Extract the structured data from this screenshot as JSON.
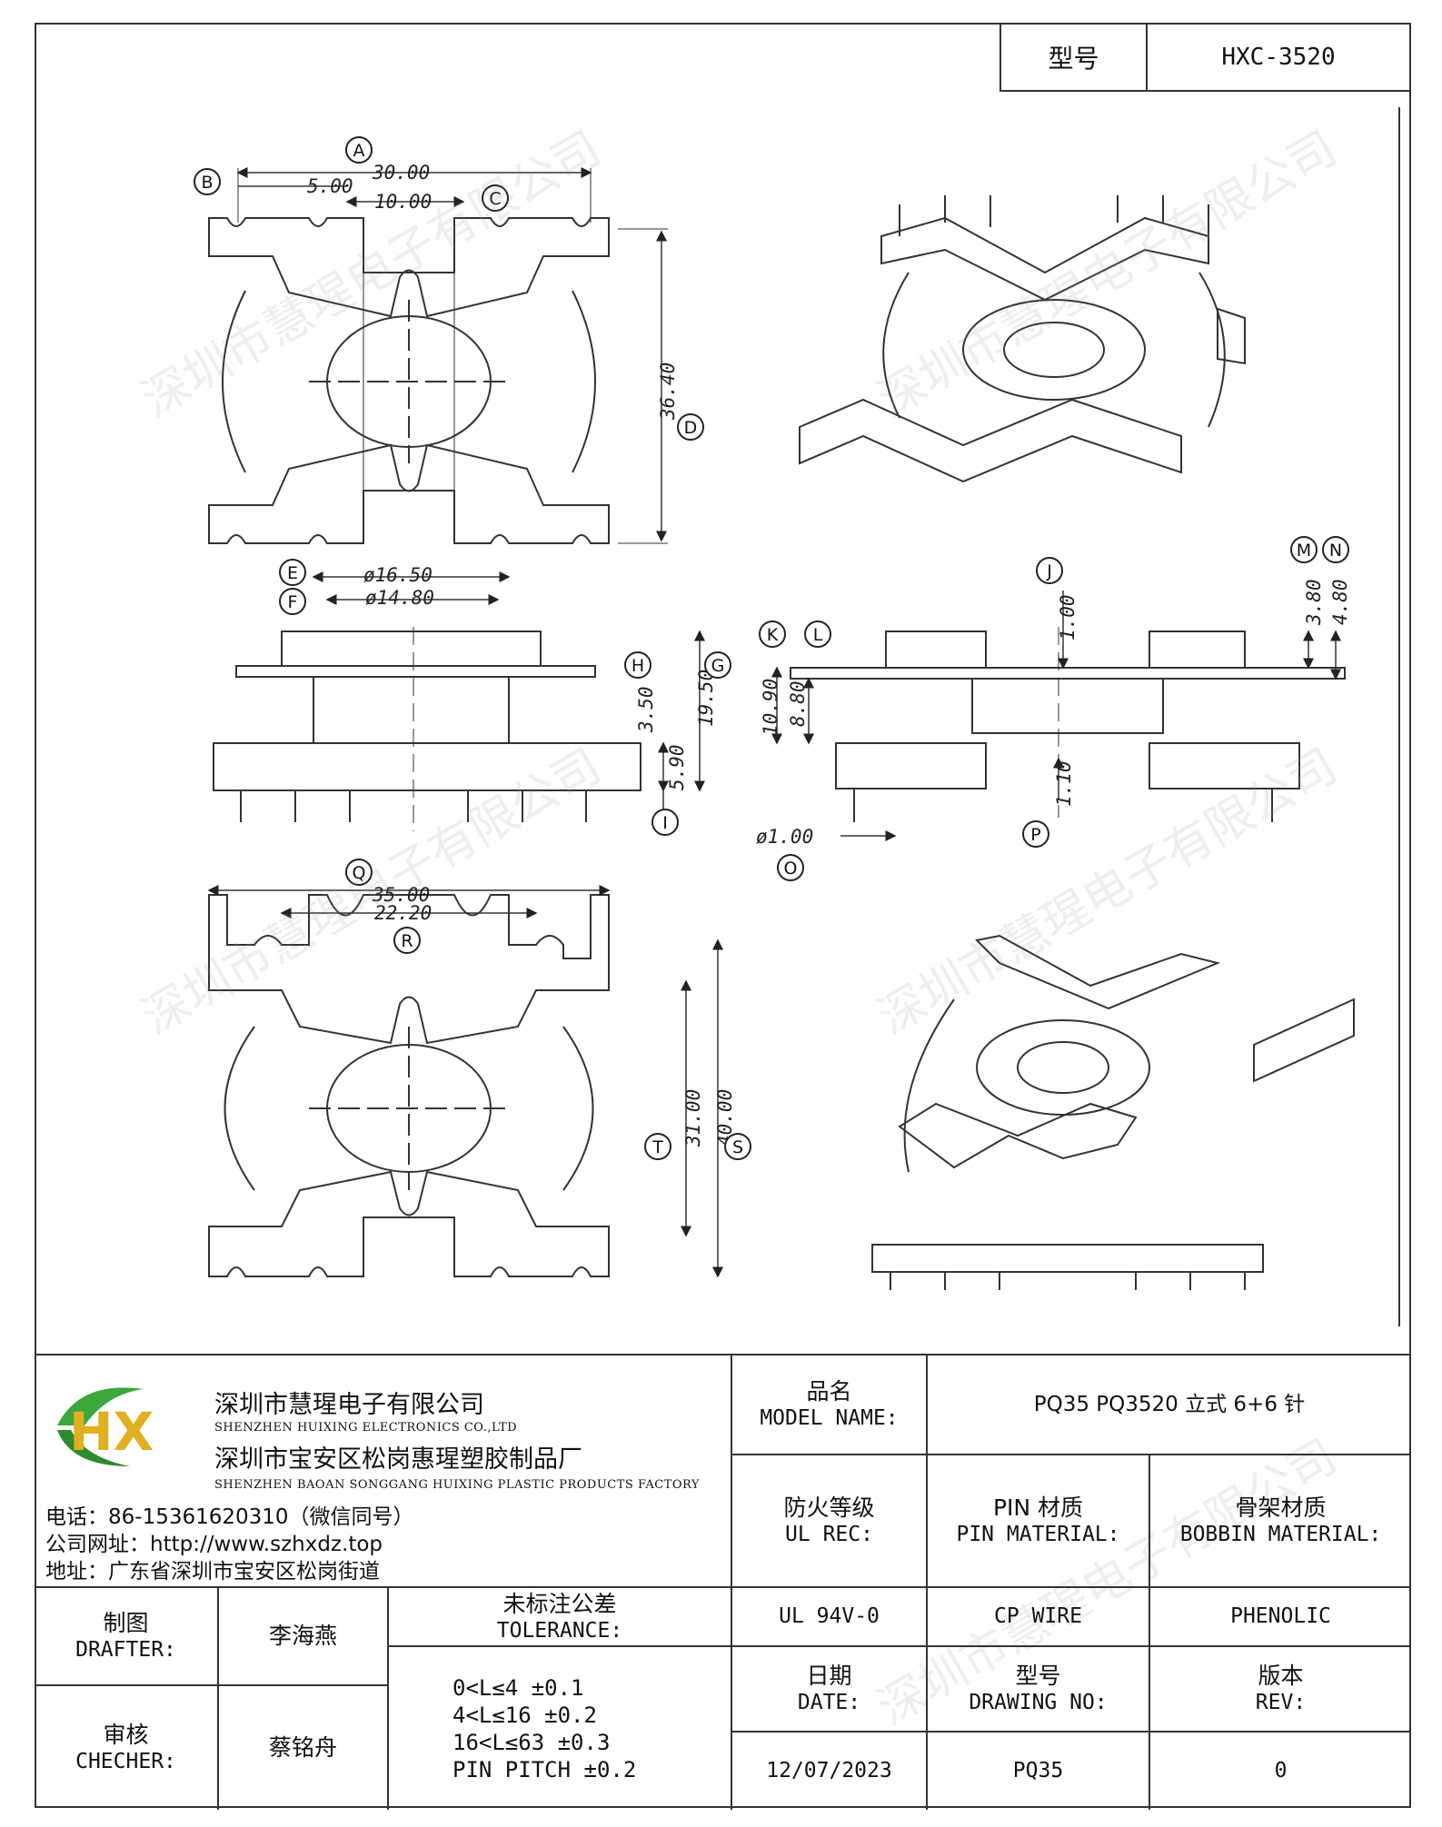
{
  "header": {
    "model_label": "型号",
    "model_value": "HXC-3520"
  },
  "watermark": "深圳市慧瑆电子有限公司",
  "dimensions": {
    "A": "30.00",
    "B": "5.00",
    "C": "10.00",
    "D": "36.40",
    "E": "ø16.50",
    "F": "ø14.80",
    "G": "19.50",
    "H": "3.50",
    "I": "5.90",
    "J": "1.00",
    "K": "10.90",
    "L": "8.80",
    "M": "3.80",
    "N": "4.80",
    "O": "ø1.00",
    "P": "1.10",
    "Q": "35.00",
    "R": "22.20",
    "S": "40.00",
    "T": "31.00"
  },
  "callouts": [
    "A",
    "B",
    "C",
    "D",
    "E",
    "F",
    "G",
    "H",
    "I",
    "J",
    "K",
    "L",
    "M",
    "N",
    "O",
    "P",
    "Q",
    "R",
    "S",
    "T"
  ],
  "company": {
    "logo_text": "HX",
    "name_cn": "深圳市慧瑆电子有限公司",
    "name_en": "SHENZHEN HUIXING ELECTRONICS CO.,LTD",
    "factory_cn": "深圳市宝安区松岗惠瑆塑胶制品厂",
    "factory_en": "SHENZHEN BAOAN SONGGANG HUIXING PLASTIC PRODUCTS FACTORY",
    "phone": "电话：86-15361620310（微信同号）",
    "website": "公司网址：http://www.szhxdz.top",
    "address": "地址：广东省深圳市宝安区松岗街道"
  },
  "title_block": {
    "model_name_cn": "品名",
    "model_name_en": "MODEL NAME:",
    "model_name_value": "PQ35 PQ3520 立式 6+6 针",
    "ul_cn": "防火等级",
    "ul_en": "UL REC:",
    "ul_value": "UL 94V-0",
    "pin_cn": "PIN 材质",
    "pin_en": "PIN MATERIAL:",
    "pin_value": "CP WIRE",
    "bobbin_cn": "骨架材质",
    "bobbin_en": "BOBBIN MATERIAL:",
    "bobbin_value": "PHENOLIC",
    "drafter_cn": "制图",
    "drafter_en": "DRAFTER:",
    "drafter_value": "李海燕",
    "checker_cn": "审核",
    "checker_en": "CHECHER:",
    "checker_value": "蔡铭舟",
    "tolerance_cn": "未标注公差",
    "tolerance_en": "TOLERANCE:",
    "tolerance_lines": [
      "0<L≤4  ±0.1",
      "4<L≤16 ±0.2",
      "16<L≤63 ±0.3",
      "PIN PITCH ±0.2"
    ],
    "date_cn": "日期",
    "date_en": "DATE:",
    "date_value": "12/07/2023",
    "drawing_cn": "型号",
    "drawing_en": "DRAWING NO:",
    "drawing_value": "PQ35",
    "rev_cn": "版本",
    "rev_en": "REV:",
    "rev_value": "0"
  }
}
